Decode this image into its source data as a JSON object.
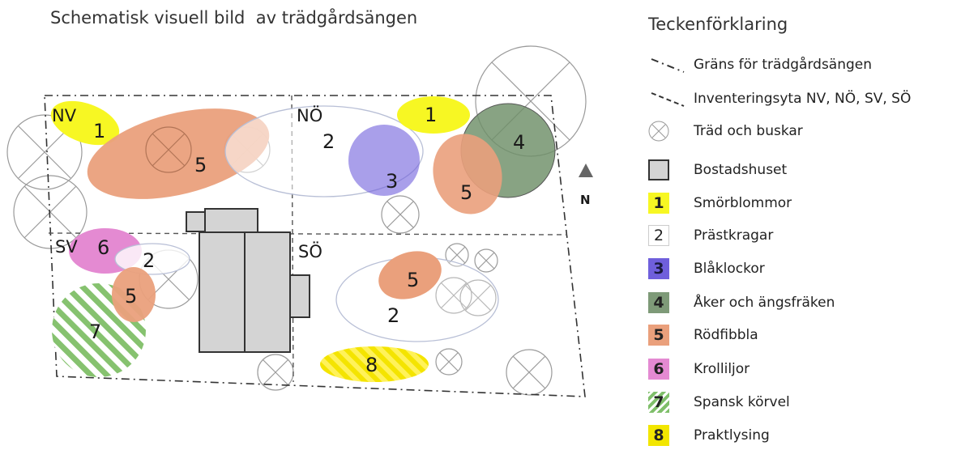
{
  "title": "Schematisk visuell bild  av trädgårdsängen",
  "compass": {
    "label": "N"
  },
  "zones": [
    {
      "key": "nw",
      "label": "NV"
    },
    {
      "key": "ne",
      "label": "NÖ"
    },
    {
      "key": "sw",
      "label": "SV"
    },
    {
      "key": "se",
      "label": "SÖ"
    }
  ],
  "patches": [
    {
      "zone": "NV",
      "number": "1",
      "species": "Smörblommor"
    },
    {
      "zone": "NV",
      "number": "5",
      "species": "Rödfibbla"
    },
    {
      "zone": "NÖ",
      "number": "2",
      "species": "Prästkragar"
    },
    {
      "zone": "NÖ",
      "number": "3",
      "species": "Blåklockor"
    },
    {
      "zone": "NÖ",
      "number": "1",
      "species": "Smörblommor"
    },
    {
      "zone": "NÖ",
      "number": "4",
      "species": "Åker och ängsfräken"
    },
    {
      "zone": "NÖ",
      "number": "5",
      "species": "Rödfibbla"
    },
    {
      "zone": "SV",
      "number": "6",
      "species": "Krolliljor"
    },
    {
      "zone": "SV",
      "number": "2",
      "species": "Prästkragar"
    },
    {
      "zone": "SV",
      "number": "5",
      "species": "Rödfibbla"
    },
    {
      "zone": "SV",
      "number": "7",
      "species": "Spansk körvel"
    },
    {
      "zone": "SÖ",
      "number": "5",
      "species": "Rödfibbla"
    },
    {
      "zone": "SÖ",
      "number": "2",
      "species": "Prästkragar"
    },
    {
      "zone": "SÖ",
      "number": "8",
      "species": "Praktlysing"
    }
  ],
  "legend": {
    "title": "Teckenförklaring",
    "items": [
      {
        "symbol": "boundary-line",
        "number": "",
        "label": "Gräns för trädgårdsängen",
        "color": "#333333"
      },
      {
        "symbol": "zone-line",
        "number": "",
        "label": "Inventeringsyta  NV, NÖ, SV, SÖ",
        "color": "#333333"
      },
      {
        "symbol": "tree",
        "number": "",
        "label": "Träd och buskar",
        "color": "#888888"
      },
      {
        "symbol": "house",
        "number": "",
        "label": "Bostadshuset",
        "color": "#d4d4d4"
      },
      {
        "symbol": "swatch",
        "number": "1",
        "label": "Smörblommor",
        "color": "#f7f723"
      },
      {
        "symbol": "swatch",
        "number": "2",
        "label": "Prästkragar",
        "color": "#ffffff"
      },
      {
        "symbol": "swatch",
        "number": "3",
        "label": "Blåklockor",
        "color": "#6f5fdc"
      },
      {
        "symbol": "swatch",
        "number": "4",
        "label": "Åker och ängsfräken",
        "color": "#7e9a78"
      },
      {
        "symbol": "swatch",
        "number": "5",
        "label": "Rödfibbla",
        "color": "#eaa07c"
      },
      {
        "symbol": "swatch",
        "number": "6",
        "label": "Krolliljor",
        "color": "#e48ad2"
      },
      {
        "symbol": "hatch",
        "number": "7",
        "label": "Spansk körvel",
        "color": "#7fbf6a"
      },
      {
        "symbol": "swatch",
        "number": "8",
        "label": "Praktlysing",
        "color": "#f2e600"
      }
    ]
  }
}
